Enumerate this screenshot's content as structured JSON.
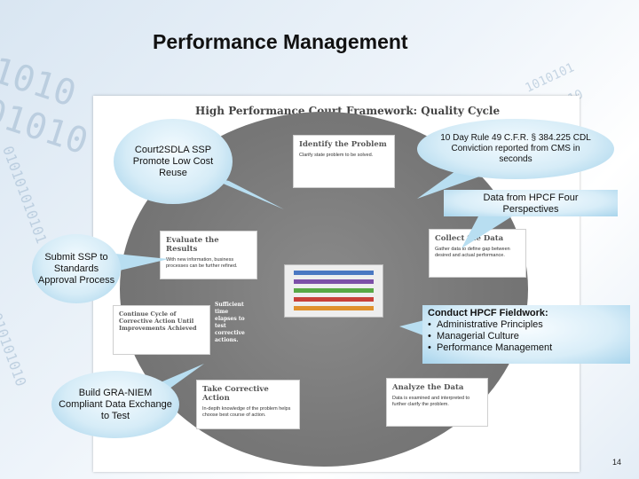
{
  "slide": {
    "title": "Performance Management",
    "page_number": "14"
  },
  "framework": {
    "title": "High Performance Court Framework:  Quality Cycle",
    "steps": [
      {
        "heading": "Identify the Problem",
        "body": "Clarify state problem to be solved."
      },
      {
        "heading": "Collect the Data",
        "body": "Gather data to define gap between desired and actual performance."
      },
      {
        "heading": "Analyze the Data",
        "body": "Data is examined and interpreted to further clarify the problem."
      },
      {
        "heading": "Take Corrective Action",
        "body": "In-depth knowledge of the problem helps choose best course of action."
      },
      {
        "heading": "Evaluate the Results",
        "body": "With new information, business processes can be further refined."
      }
    ],
    "sufficient_time": "Sufficient time elapses to test corrective actions.",
    "continue_cycle": "Continue Cycle of Corrective Action Until Improvements Achieved"
  },
  "callouts": {
    "court2": "Court2SDLA SSP Promote Low Cost Reuse",
    "rule49": "10 Day Rule 49 C.F.R. § 384.225 CDL Conviction reported from CMS in seconds",
    "hpcf": "Data from HPCF Four Perspectives",
    "submit": "Submit SSP to Standards Approval Process",
    "gra": "Build GRA-NIEM Compliant Data Exchange to Test",
    "fieldwork_title": "Conduct HPCF Fieldwork:",
    "fieldwork_items": [
      "Administrative Principles",
      "Managerial Culture",
      "Performance  Management"
    ]
  }
}
